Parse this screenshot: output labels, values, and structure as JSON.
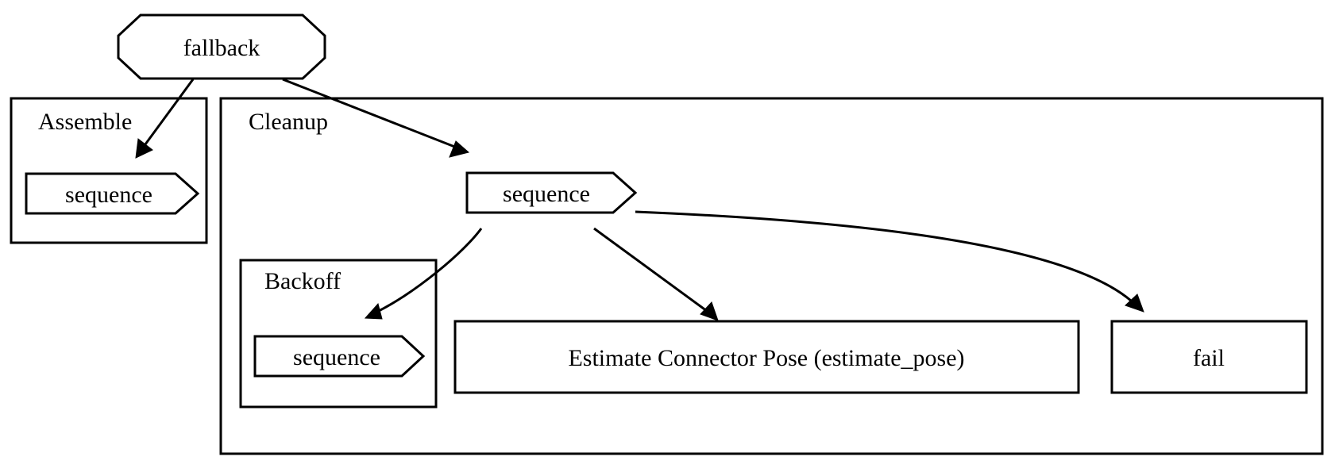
{
  "diagram": {
    "type": "behavior-tree",
    "title": "",
    "background_color": "#ffffff",
    "line_color": "#000000",
    "text_color": "#000000",
    "clusters": [
      {
        "id": "assemble",
        "label": "Assemble"
      },
      {
        "id": "cleanup",
        "label": "Cleanup"
      },
      {
        "id": "backoff",
        "label": "Backoff"
      }
    ],
    "nodes": [
      {
        "id": "fallback_root",
        "label": "fallback",
        "shape": "octagon"
      },
      {
        "id": "assemble_sequence",
        "label": "sequence",
        "shape": "rarrow"
      },
      {
        "id": "cleanup_sequence",
        "label": "sequence",
        "shape": "rarrow"
      },
      {
        "id": "backoff_sequence",
        "label": "sequence",
        "shape": "rarrow"
      },
      {
        "id": "estimate_pose",
        "label": "Estimate Connector Pose (estimate_pose)",
        "shape": "box"
      },
      {
        "id": "fail",
        "label": "fail",
        "shape": "box"
      }
    ],
    "edges": [
      {
        "from": "fallback_root",
        "to": "assemble_sequence"
      },
      {
        "from": "fallback_root",
        "to": "cleanup_sequence"
      },
      {
        "from": "cleanup_sequence",
        "to": "backoff_sequence"
      },
      {
        "from": "cleanup_sequence",
        "to": "estimate_pose"
      },
      {
        "from": "cleanup_sequence",
        "to": "fail"
      }
    ]
  }
}
